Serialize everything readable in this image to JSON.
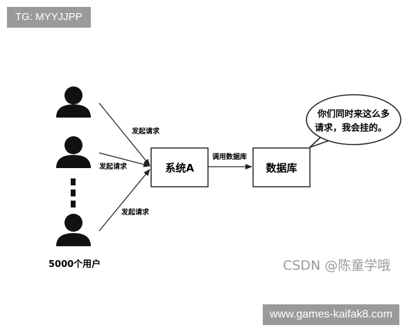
{
  "badges": {
    "top": "TG: MYYJJPP",
    "bottom": "www.games-kaifak8.com"
  },
  "diagram": {
    "users_label": "5000个用户",
    "system_box": "系统A",
    "database_box": "数据库",
    "request_labels": [
      "发起请求",
      "发起请求",
      "发起请求"
    ],
    "call_label": "调用数据库",
    "bubble_lines": [
      "你们同时来这么多",
      "请求，我会挂的。"
    ],
    "watermark": "CSDN @陈童学哦"
  },
  "icons": {
    "user": "person-icon",
    "ellipsis": "vertical-dots"
  },
  "colors": {
    "badge_bg": "#9a9a9a",
    "stroke": "#222222",
    "watermark": "#9a9a9a"
  }
}
